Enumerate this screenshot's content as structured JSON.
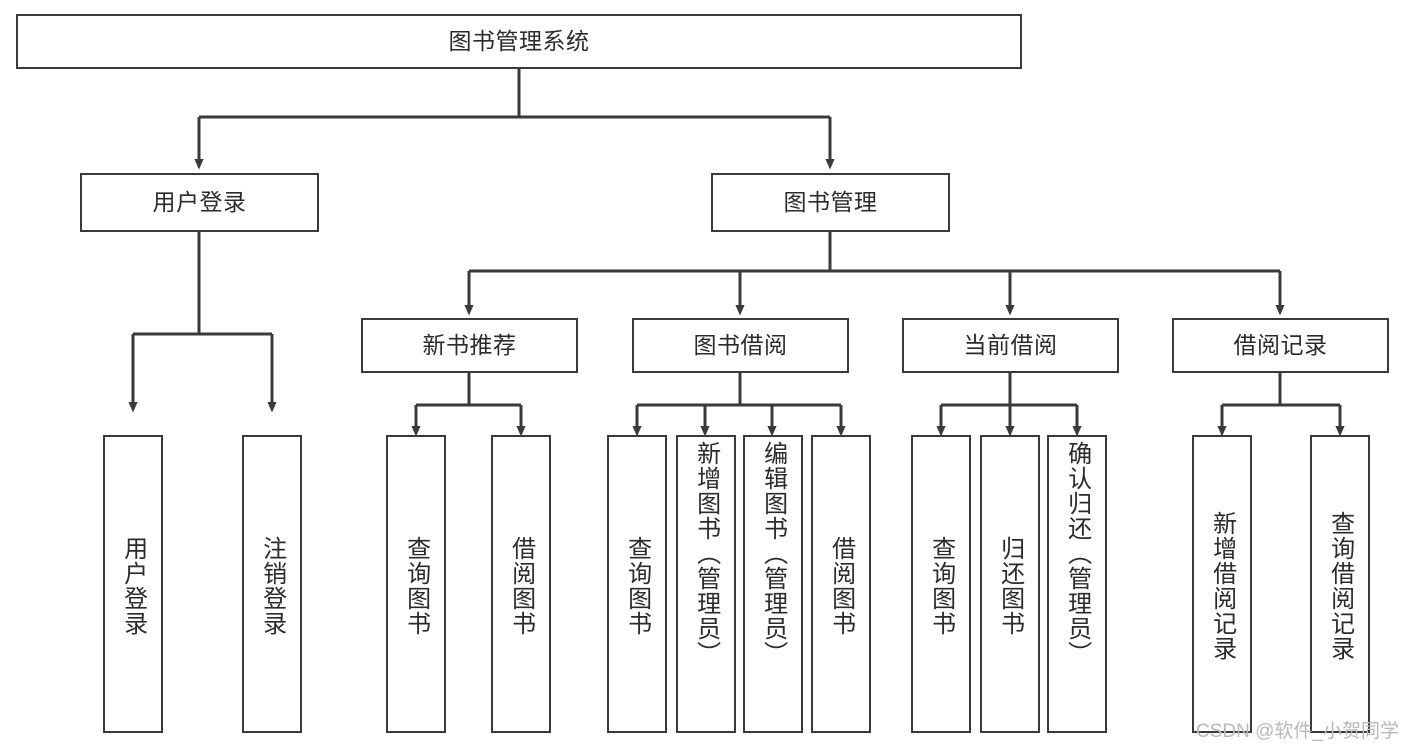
{
  "diagram": {
    "type": "tree",
    "title": "图书管理系统",
    "watermark": "CSDN @软件_小贺同学",
    "colors": {
      "box_border": "#3a3a3a",
      "box_fill": "#ffffff",
      "line": "#3a3a3a",
      "text": "#2b2b2b",
      "watermark": "#b9b9b9"
    },
    "nodes": {
      "root": {
        "label": "图书管理系统"
      },
      "level1": [
        {
          "label": "用户登录"
        },
        {
          "label": "图书管理"
        }
      ],
      "level2": [
        {
          "label": "新书推荐"
        },
        {
          "label": "图书借阅"
        },
        {
          "label": "当前借阅"
        },
        {
          "label": "借阅记录"
        }
      ],
      "leaves": {
        "user_login": [
          {
            "label": "用户登录"
          },
          {
            "label": "注销登录"
          }
        ],
        "new_book_recommend": [
          {
            "label": "查询图书"
          },
          {
            "label": "借阅图书"
          }
        ],
        "book_borrow": [
          {
            "label": "查询图书"
          },
          {
            "label": "新增图书（管理员）"
          },
          {
            "label": "编辑图书（管理员）"
          },
          {
            "label": "借阅图书"
          }
        ],
        "current_borrow": [
          {
            "label": "查询图书"
          },
          {
            "label": "归还图书"
          },
          {
            "label": "确认归还（管理员）"
          }
        ],
        "borrow_record": [
          {
            "label": "新增借阅记录"
          },
          {
            "label": "查询借阅记录"
          }
        ]
      }
    }
  }
}
